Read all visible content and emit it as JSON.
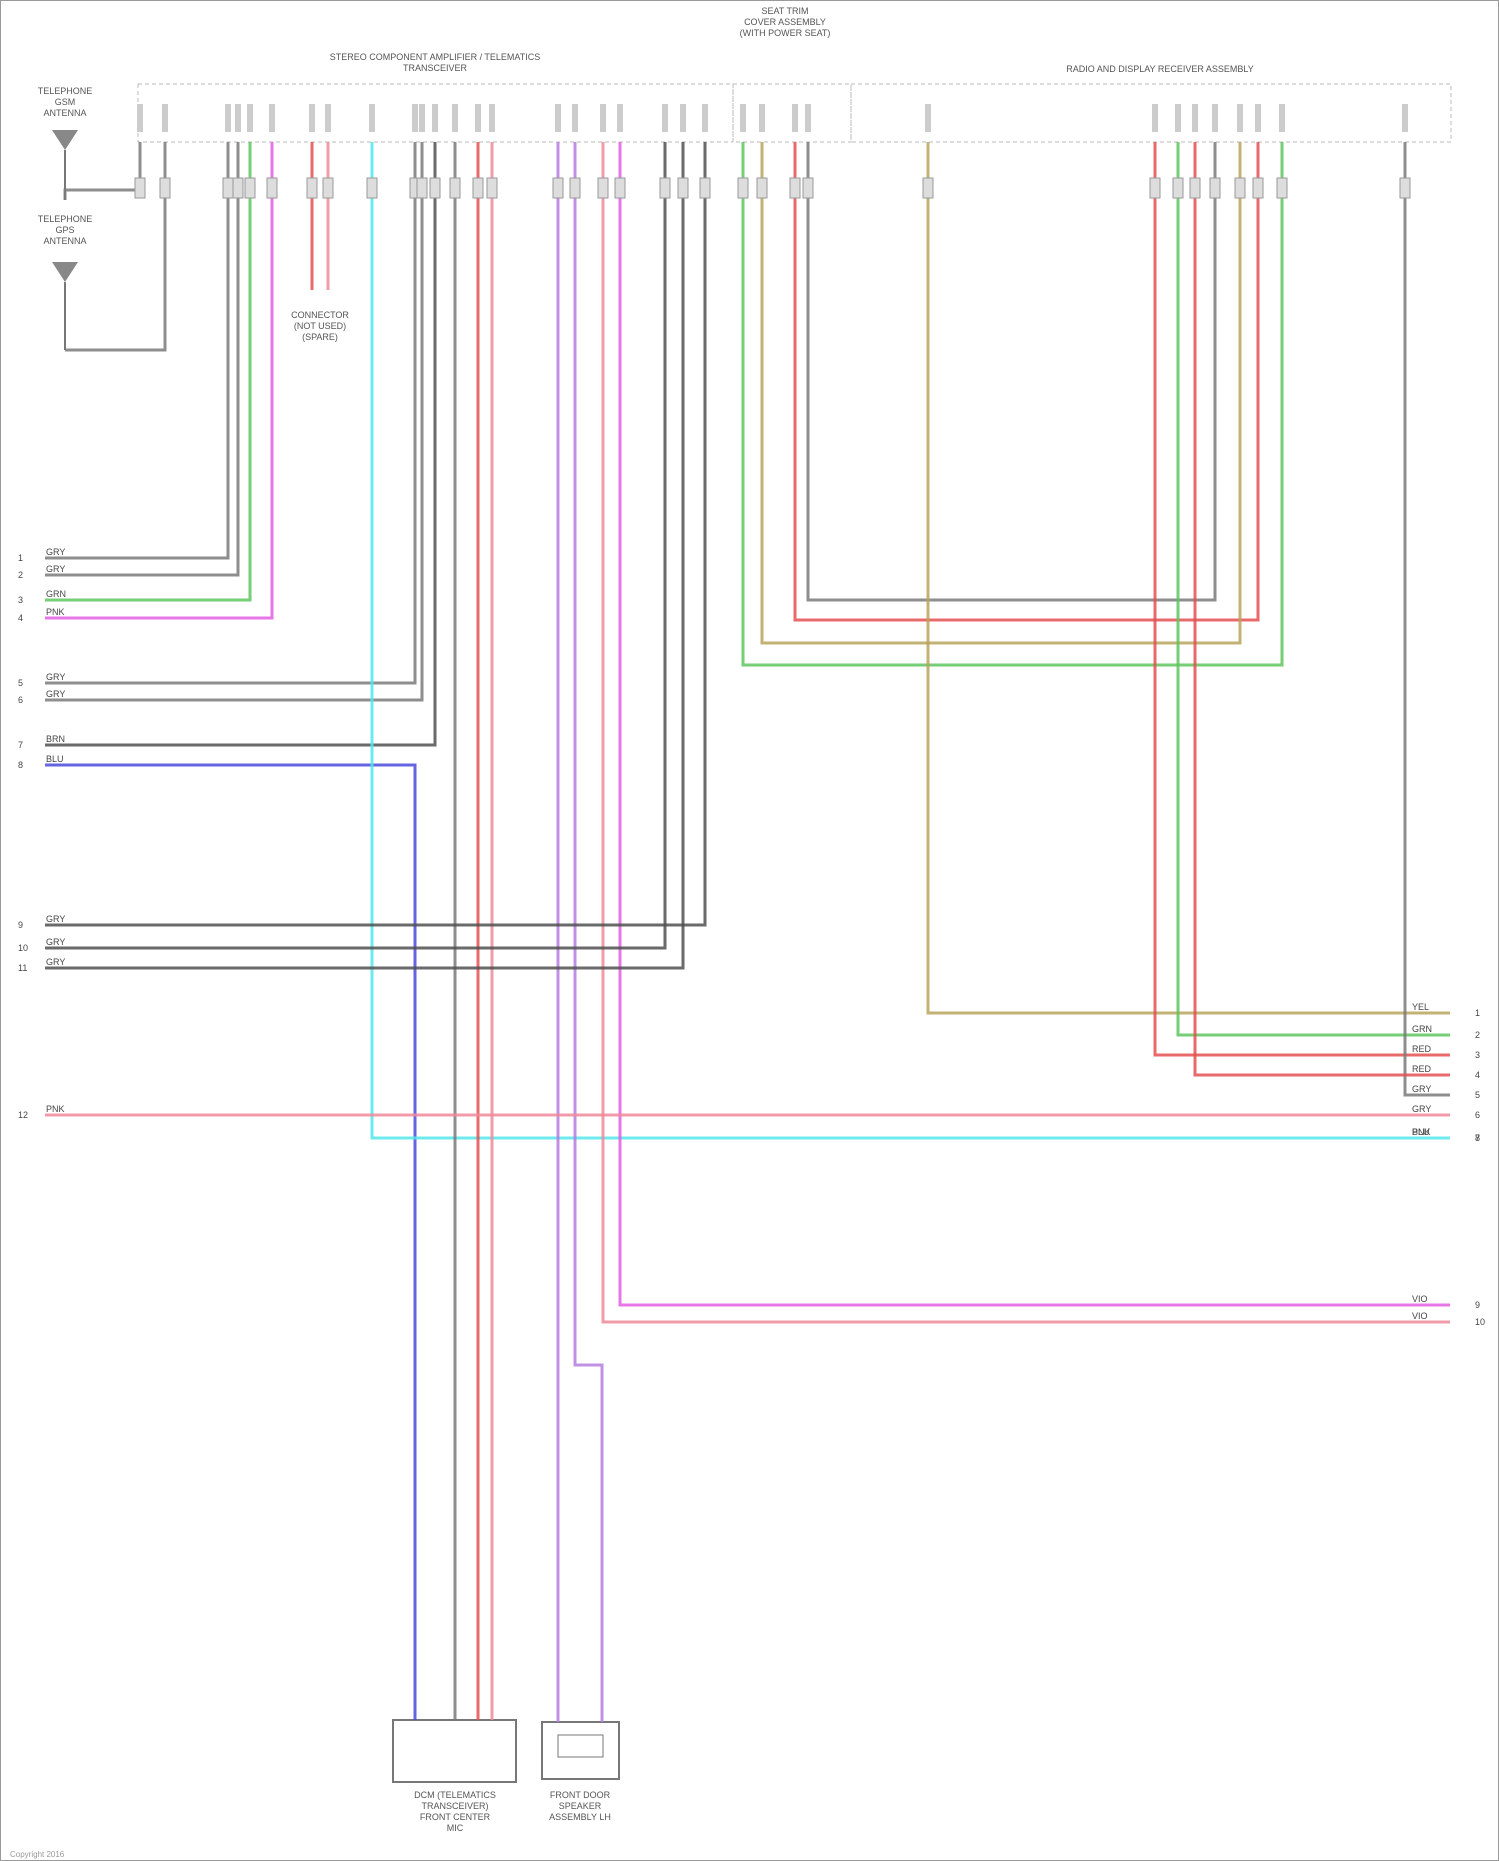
{
  "title_block": {
    "line1": "SEAT TRIM",
    "line2": "COVER ASSEMBLY",
    "line3": "(WITH POWER SEAT)"
  },
  "modules": {
    "left_module": "STEREO COMPONENT AMPLIFIER / TELEMATICS TRANSCEIVER",
    "right_module": "RADIO AND DISPLAY RECEIVER ASSEMBLY"
  },
  "antennas": {
    "upper": "TELEPHONE\nGSM\nANTENNA",
    "lower": "TELEPHONE\nGPS\nANTENNA"
  },
  "loose_connector": "CONNECTOR\n(NOT USED)\n(SPARE)",
  "bottom_components": {
    "left": "DCM (TELEMATICS TRANSCEIVER)\nFRONT CENTER\nMIC",
    "right": "FRONT DOOR\nSPEAKER\nASSEMBLY LH"
  },
  "left_terminals": [
    {
      "id": "t1",
      "pin": "1",
      "wire": "GRY"
    },
    {
      "id": "t2",
      "pin": "2",
      "wire": "GRY"
    },
    {
      "id": "t3",
      "pin": "3",
      "wire": "GRN"
    },
    {
      "id": "t4",
      "pin": "4",
      "wire": "PNK"
    },
    {
      "id": "t5",
      "pin": "5",
      "wire": "GRY"
    },
    {
      "id": "t6",
      "pin": "6",
      "wire": "GRY"
    },
    {
      "id": "t7",
      "pin": "7",
      "wire": "BRN"
    },
    {
      "id": "t8",
      "pin": "8",
      "wire": "BLU"
    },
    {
      "id": "t9",
      "pin": "9",
      "wire": "GRY"
    },
    {
      "id": "t10",
      "pin": "10",
      "wire": "GRY"
    },
    {
      "id": "t11",
      "pin": "11",
      "wire": "GRY"
    },
    {
      "id": "t12",
      "pin": "12",
      "wire": "PNK"
    }
  ],
  "right_terminals": [
    {
      "id": "r1",
      "pin": "1",
      "wire": "YEL"
    },
    {
      "id": "r2",
      "pin": "2",
      "wire": "GRN"
    },
    {
      "id": "r3",
      "pin": "3",
      "wire": "RED"
    },
    {
      "id": "r4",
      "pin": "4",
      "wire": "RED"
    },
    {
      "id": "r5",
      "pin": "5",
      "wire": "GRY"
    },
    {
      "id": "r6",
      "pin": "6",
      "wire": "GRY"
    },
    {
      "id": "r7",
      "pin": "7",
      "wire": "PNK"
    },
    {
      "id": "r8",
      "pin": "8",
      "wire": "BLU"
    },
    {
      "id": "r9",
      "pin": "9",
      "wire": "VIO"
    },
    {
      "id": "r10",
      "pin": "10",
      "wire": "VIO"
    }
  ],
  "wire_colors": {
    "gray": "#7a7a7a",
    "green": "#5ec65e",
    "pink": "#e35ee3",
    "red": "#e45050",
    "cyan": "#55e6ea",
    "blue": "#4a4adc",
    "dark": "#505050",
    "olive": "#b8a55a",
    "lightred": "#ee8a9a",
    "violet": "#b57de0"
  },
  "footer": "Copyright 2016"
}
